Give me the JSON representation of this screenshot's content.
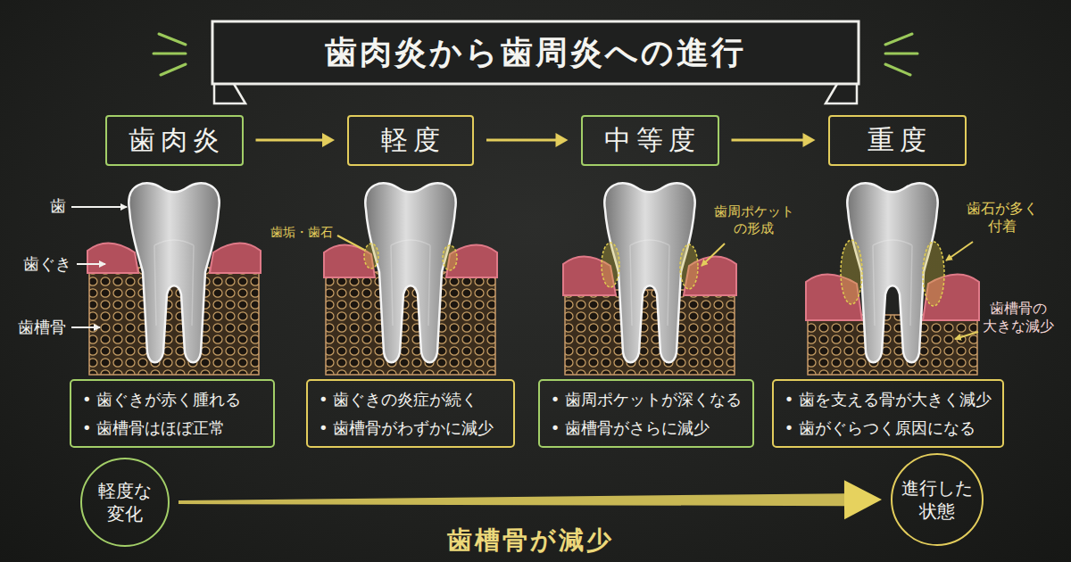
{
  "diagram": {
    "title": "歯肉炎から歯周炎への進行",
    "nodes": [
      {
        "text": [
          "歯肉炎"
        ]
      },
      {
        "text": [
          "軽度"
        ]
      },
      {
        "text": [
          "中等度"
        ]
      },
      {
        "text": [
          "重度"
        ]
      },
      {
        "text": [
          "• 歯ぐきが赤く腫れる",
          "• 歯槽骨はほぼ正常"
        ]
      },
      {
        "text": [
          "• 歯ぐきの炎症が続く",
          "• 歯槽骨がわずかに減少"
        ]
      },
      {
        "text": [
          "• 歯周ポケットが深くなる",
          "• 歯槽骨がさらに減少"
        ]
      },
      {
        "text": [
          "• 歯を支える骨が大きく減少",
          "• 歯がぐらつく原因になる"
        ]
      },
      {
        "text": [
          "軽度な 変化"
        ]
      },
      {
        "text": [
          "進行した 状態"
        ]
      }
    ],
    "edges": [
      {
        "from": 0,
        "to": 1,
        "arrow": "to"
      },
      {
        "from": 1,
        "to": 2,
        "arrow": "to"
      },
      {
        "from": 2,
        "to": 3,
        "arrow": "to"
      },
      {
        "from": 8,
        "to": 9,
        "arrow": "to",
        "label": "歯槽骨が減少"
      }
    ],
    "labels": [
      "歯",
      "歯ぐき",
      "歯槽骨",
      "歯垢・歯石",
      "歯周ポケット の形成",
      "歯石が多く 付着",
      "歯槽骨の 大きな減少"
    ]
  }
}
